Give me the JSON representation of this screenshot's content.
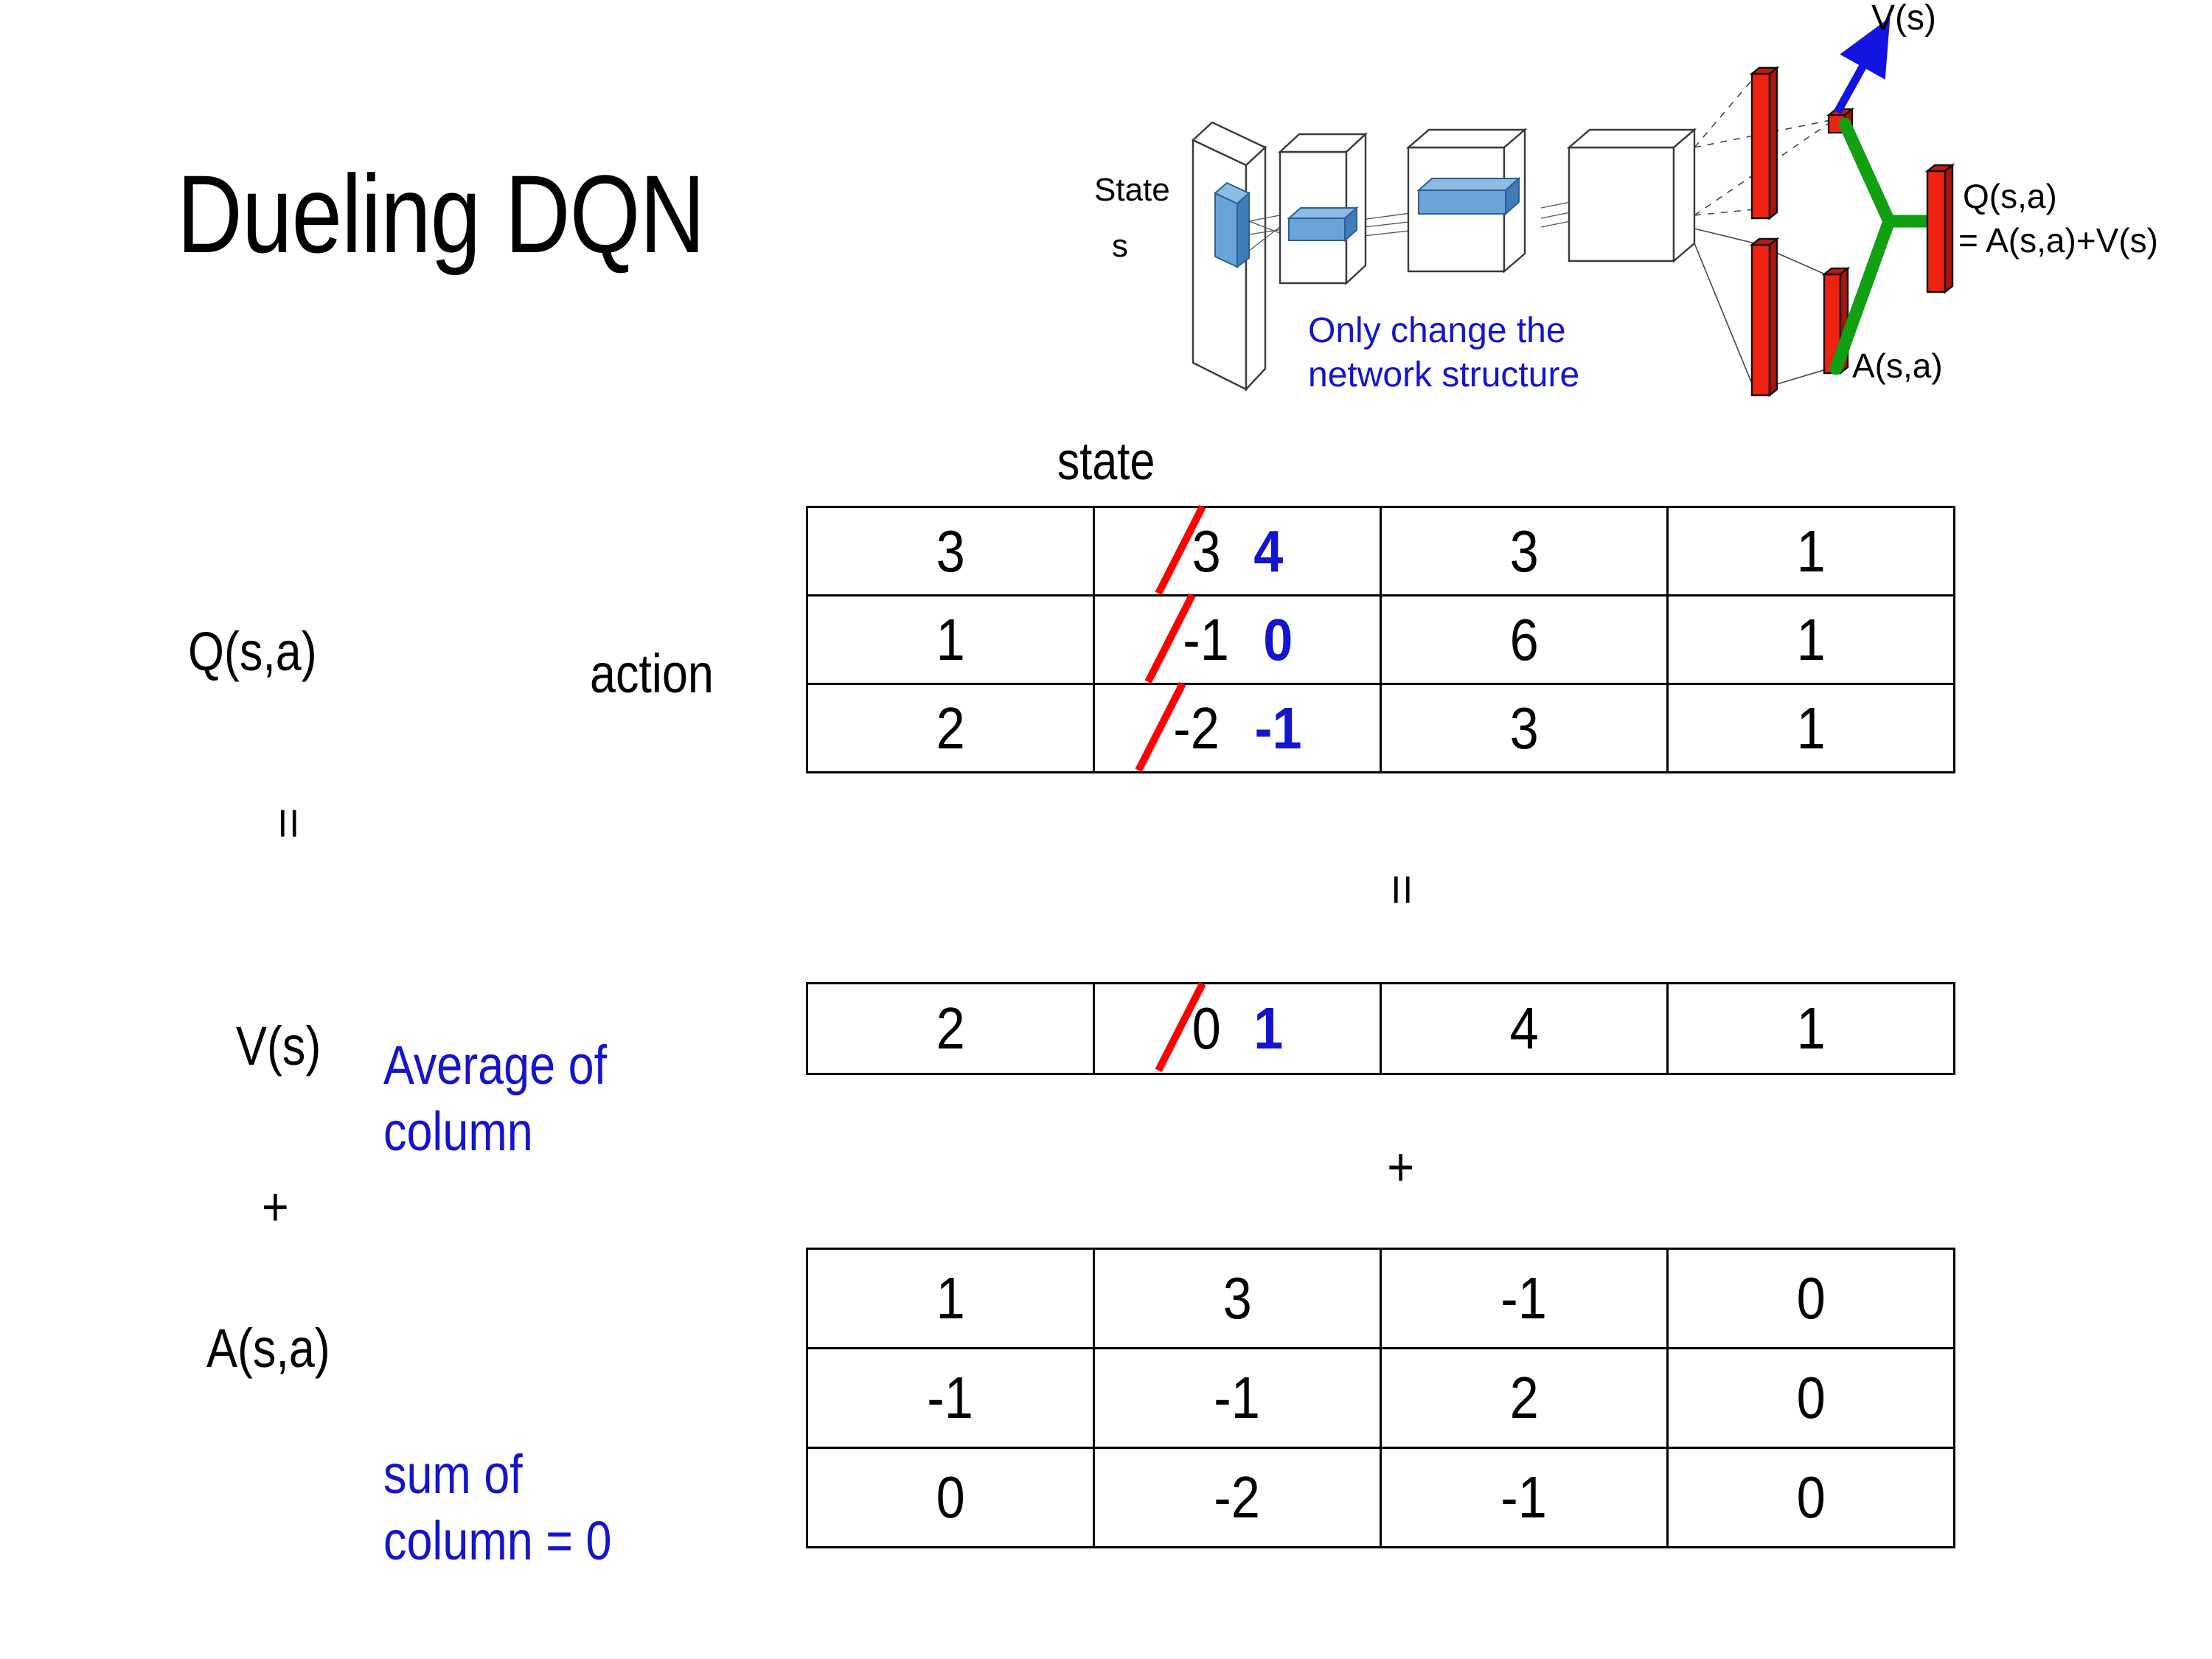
{
  "slide": {
    "title": "Dueling DQN",
    "background": "#ffffff"
  },
  "colors": {
    "accent_blue": "#1414cf",
    "strike_red": "#ff0000",
    "bar_red": "#ee2211",
    "merge_green": "#11a011",
    "filter_blue": "#4a8fd0",
    "text_black": "#000000"
  },
  "figure": {
    "name": "dueling-network-architecture",
    "state_label_line1": "State",
    "state_label_line2": "s",
    "note": "Only change the\nnetwork structure",
    "note_line1": "Only change the",
    "note_line2": "network structure",
    "value_label": "V(s)",
    "advantage_label": "A(s,a)",
    "q_label_line1": "Q(s,a)",
    "q_label_line2": "= A(s,a)+V(s)"
  },
  "labels": {
    "state_header": "state",
    "action": "action",
    "q_function": "Q(s,a)",
    "v_function": "V(s)",
    "a_function": "A(s,a)",
    "equals": "=",
    "plus": "+",
    "note_average_line1": "Average of",
    "note_average_line2": "column",
    "note_sum_line1": "sum of",
    "note_sum_line2": "column = 0"
  },
  "chart_data": {
    "type": "table",
    "title": "Dueling DQN decomposition  Q(s,a) = V(s) + A(s,a)",
    "x_axis_name": "state",
    "y_axis_name": "action",
    "tables": [
      {
        "name": "q-table",
        "label": "Q(s,a)",
        "rows": 3,
        "cols": 4,
        "values": [
          [
            "3",
            "3",
            "3",
            "1"
          ],
          [
            "1",
            "-1",
            "6",
            "1"
          ],
          [
            "2",
            "-2",
            "3",
            "1"
          ]
        ],
        "edits": [
          {
            "row": 0,
            "col": 1,
            "old": "3",
            "new": "4",
            "struck": true
          },
          {
            "row": 1,
            "col": 1,
            "old": "-1",
            "new": "0",
            "struck": true
          },
          {
            "row": 2,
            "col": 1,
            "old": "-2",
            "new": "-1",
            "struck": true
          }
        ]
      },
      {
        "name": "v-table",
        "label": "V(s)",
        "rows": 1,
        "cols": 4,
        "values": [
          [
            "2",
            "0",
            "4",
            "1"
          ]
        ],
        "edits": [
          {
            "row": 0,
            "col": 1,
            "old": "0",
            "new": "1",
            "struck": true
          }
        ]
      },
      {
        "name": "a-table",
        "label": "A(s,a)",
        "rows": 3,
        "cols": 4,
        "values": [
          [
            "1",
            "3",
            "-1",
            "0"
          ],
          [
            "-1",
            "-1",
            "2",
            "0"
          ],
          [
            "0",
            "-2",
            "-1",
            "0"
          ]
        ],
        "edits": []
      }
    ],
    "relations": [
      "Q(s,a) = V(s) + A(s,a)",
      "V(s) = Average of column",
      "sum of column of A = 0"
    ]
  }
}
